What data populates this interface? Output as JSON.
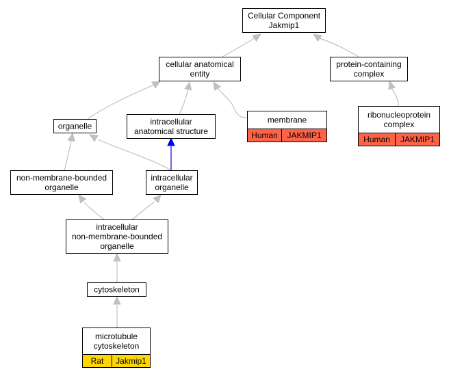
{
  "colors": {
    "edge_default": "#c0c0c0",
    "edge_highlight": "#0000ff",
    "node_fill": "#ffffff",
    "human_fill": "#ff6347",
    "rat_fill": "#ffd700"
  },
  "nodes": {
    "root": {
      "lines": [
        "Cellular Component",
        "Jakmip1"
      ]
    },
    "cellular_anatomical_entity": {
      "lines": [
        "cellular anatomical",
        "entity"
      ]
    },
    "protein_containing_complex": {
      "lines": [
        "protein-containing",
        "complex"
      ]
    },
    "organelle": {
      "lines": [
        "organelle"
      ]
    },
    "intracellular_anatomical_structure": {
      "lines": [
        "intracellular",
        "anatomical structure"
      ]
    },
    "membrane": {
      "lines": [
        "membrane"
      ],
      "species": "Human",
      "gene": "JAKMIP1"
    },
    "ribonucleoprotein_complex": {
      "lines": [
        "ribonucleoprotein",
        "complex"
      ],
      "species": "Human",
      "gene": "JAKMIP1"
    },
    "non_membrane_bounded_organelle": {
      "lines": [
        "non-membrane-bounded",
        "organelle"
      ]
    },
    "intracellular_organelle": {
      "lines": [
        "intracellular",
        "organelle"
      ]
    },
    "intracellular_non_membrane_bounded_organelle": {
      "lines": [
        "intracellular",
        "non-membrane-bounded",
        "organelle"
      ]
    },
    "cytoskeleton": {
      "lines": [
        "cytoskeleton"
      ]
    },
    "microtubule_cytoskeleton": {
      "lines": [
        "microtubule",
        "cytoskeleton"
      ],
      "species": "Rat",
      "gene": "Jakmip1"
    }
  },
  "edges": [
    {
      "from": "cellular_anatomical_entity",
      "to": "root",
      "color": "default"
    },
    {
      "from": "protein_containing_complex",
      "to": "root",
      "color": "default"
    },
    {
      "from": "organelle",
      "to": "cellular_anatomical_entity",
      "color": "default"
    },
    {
      "from": "intracellular_anatomical_structure",
      "to": "cellular_anatomical_entity",
      "color": "default"
    },
    {
      "from": "membrane",
      "to": "cellular_anatomical_entity",
      "color": "default"
    },
    {
      "from": "ribonucleoprotein_complex",
      "to": "protein_containing_complex",
      "color": "default"
    },
    {
      "from": "non_membrane_bounded_organelle",
      "to": "organelle",
      "color": "default"
    },
    {
      "from": "intracellular_organelle",
      "to": "organelle",
      "color": "default"
    },
    {
      "from": "intracellular_organelle",
      "to": "intracellular_anatomical_structure",
      "color": "highlight"
    },
    {
      "from": "intracellular_non_membrane_bounded_organelle",
      "to": "non_membrane_bounded_organelle",
      "color": "default"
    },
    {
      "from": "intracellular_non_membrane_bounded_organelle",
      "to": "intracellular_organelle",
      "color": "default"
    },
    {
      "from": "cytoskeleton",
      "to": "intracellular_non_membrane_bounded_organelle",
      "color": "default"
    },
    {
      "from": "microtubule_cytoskeleton",
      "to": "cytoskeleton",
      "color": "default"
    }
  ]
}
